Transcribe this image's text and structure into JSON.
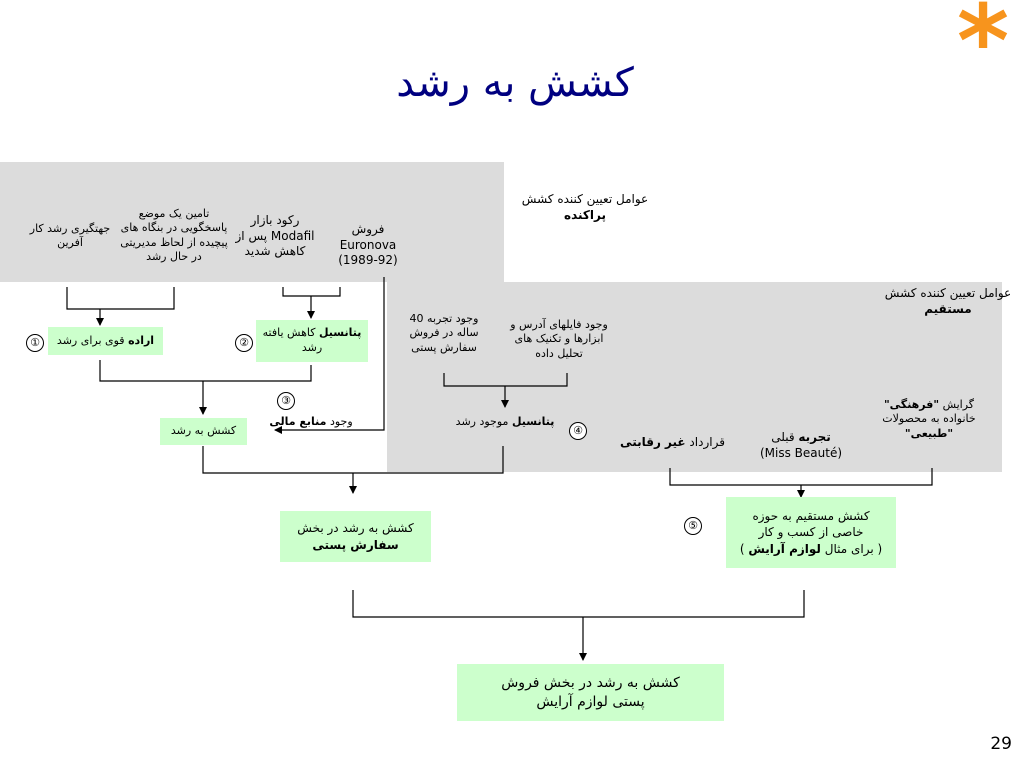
{
  "slide": {
    "title": "کشش به رشد",
    "page_number": "29"
  },
  "panel_top": {
    "heading_line1": "عوامل تعیین کننده  کشش",
    "heading_line2": "پراکنده",
    "items": {
      "item1": "جهتگیری رشد کار آفرین",
      "item2": "تامین یک موضع پاسخگویی در بنگاه های پیچیده از لحاظ مدیریتی در حال رشد",
      "item3": "رکود بازار Modafil پس از کاهش شدید",
      "item4": "فروش Euronova (1989-92)"
    }
  },
  "panel_right": {
    "heading_line1": "عوامل  تعیین کننده  کشش",
    "heading_line2": "مستقیم",
    "item_experience": "وجود تجربه 40 ساله در فروش سفارش پستی",
    "item_files": "وجود فایلهای آدرس و ابزارها و تکنیک های تحلیل داده",
    "item_tendency_prefix": "گرایش ",
    "item_tendency_bold1": "\"فرهنگی\"",
    "item_tendency_mid": " خانواده به محصولات ",
    "item_tendency_bold2": "\"طبیعی\"",
    "item_prior_bold": "تجربه",
    "item_prior_rest": " قبلی",
    "item_prior_brand": "(Miss Beauté)",
    "item_contract_prefix": "قرارداد ",
    "item_contract_bold": "غیر رقابتی",
    "potential_bold": "پتانسیل",
    "potential_rest": " موجود رشد"
  },
  "boxes": {
    "will_bold": "اراده",
    "will_rest": " قوی برای رشد",
    "reduced_bold": "پتانسیل",
    "reduced_rest": " کاهش یافته رشد",
    "growth_pull": "کشش به رشد",
    "financial_prefix": "وجود ",
    "financial_bold": "منابع مالی",
    "mail_line1": "کشش به رشد در بخش",
    "mail_line2": "سفارش پستی",
    "direct_line1": "کشش مستقیم به حوزه",
    "direct_line2": "خاصی از کسب و کار",
    "direct_line3_prefix": "( برای مثال ",
    "direct_line3_bold": "لوازم آرایش",
    "direct_line3_suffix": " )",
    "final": "کشش به رشد در بخش فروش پستی لوازم آرایش"
  },
  "markers": [
    "①",
    "②",
    "③",
    "④",
    "⑤"
  ],
  "colors": {
    "title": "#000080",
    "panel_gray": "#dcdcdc",
    "box_green": "#ccffcc",
    "star_orange": "#f7941d"
  }
}
